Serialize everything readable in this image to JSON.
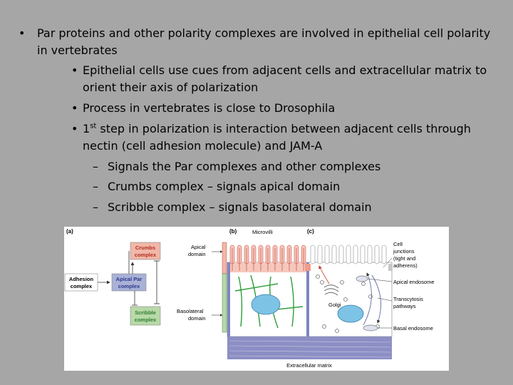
{
  "bullets": {
    "b1_line1": "Par proteins and other polarity complexes are involved in epithelial cell polarity",
    "b1_line2": "in vertebrates",
    "b2_line1": "Epithelial cells use cues from adjacent cells and extracellular matrix to",
    "b2_line2": "orient their axis of polarization",
    "b3_line1": "Process in vertebrates is close to Drosophila",
    "b4_pre": "1",
    "b4_sup": "st",
    "b4_post": " step in polarization is interaction between adjacent cells through",
    "b4_line2": "nectin (cell adhesion molecule) and JAM-A",
    "d1": "Signals the Par complexes and other complexes",
    "d2": "Crumbs complex – signals apical domain",
    "d3": "Scribble complex – signals basolateral domain"
  },
  "figure": {
    "panel_a": "(a)",
    "panel_b": "(b)",
    "panel_c": "(c)",
    "crumbs_1": "Crumbs",
    "crumbs_2": "complex",
    "adhesion_1": "Adhesion",
    "adhesion_2": "complex",
    "par_1": "Apical Par",
    "par_2": "complex",
    "scribble_1": "Scribble",
    "scribble_2": "complex",
    "apical_1": "Apical",
    "apical_2": "domain",
    "baso_1": "Basolateral",
    "baso_2": "domain",
    "microvilli": "Microvilli",
    "cellj_1": "Cell",
    "cellj_2": "junctions",
    "cellj_3": "(tight and",
    "cellj_4": "adherens)",
    "apical_endosome": "Apical endosome",
    "transcytosis_1": "Transcytosis",
    "transcytosis_2": "pathways",
    "golgi": "Golgi",
    "basal_endosome": "Basal endosome",
    "ecm": "Extracellular matrix",
    "colors": {
      "crumbs": "#f1b7a8",
      "par": "#a9b1d6",
      "scribble": "#b8d9a8",
      "ecm": "#8c8fc4",
      "nucleus": "#7dc3e6"
    }
  }
}
